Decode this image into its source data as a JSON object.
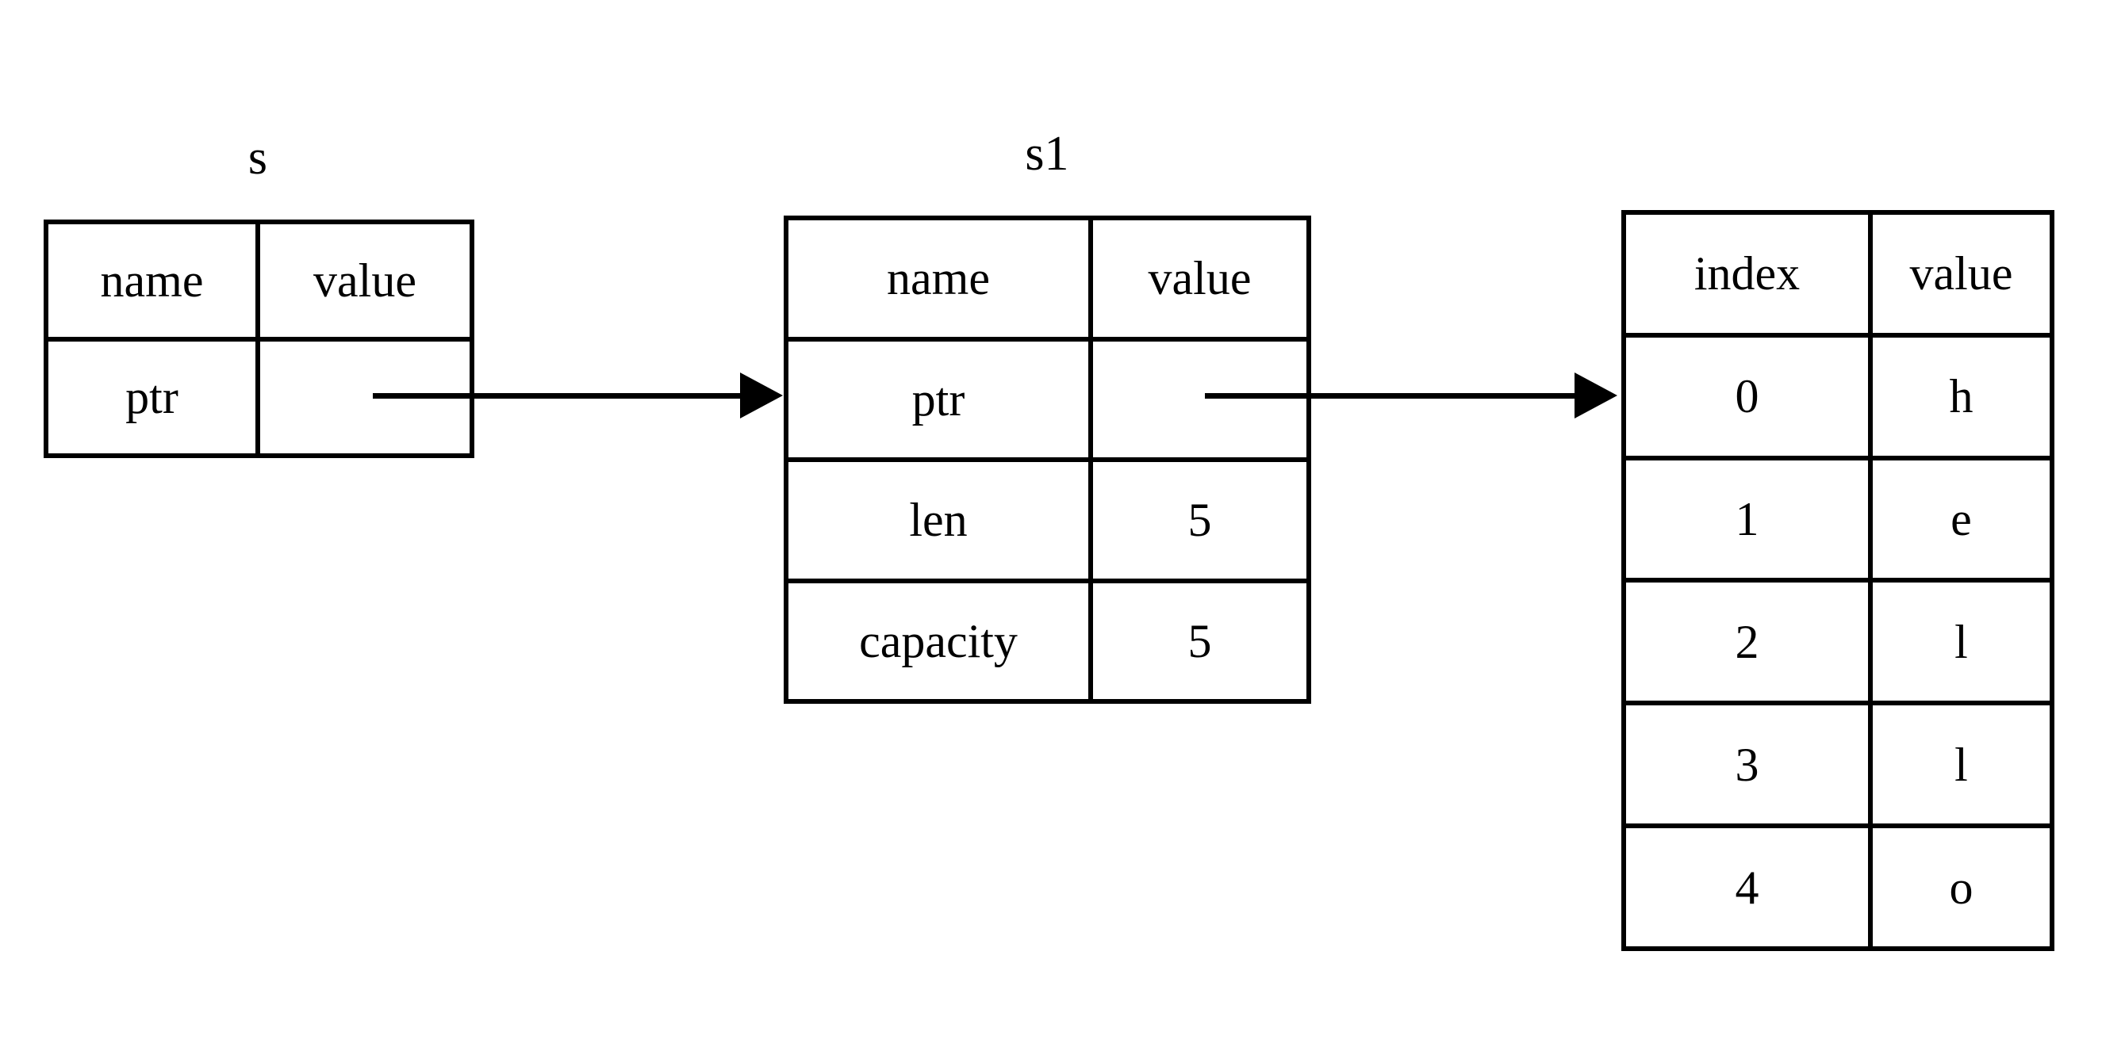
{
  "diagram": {
    "title_s": "s",
    "title_s1": "s1",
    "background_color": "#ffffff",
    "line_color": "#000000"
  },
  "tables": {
    "s": {
      "label": "s",
      "headers": [
        "name",
        "value"
      ],
      "rows": [
        {
          "name": "ptr",
          "value": ""
        }
      ]
    },
    "s1": {
      "label": "s1",
      "headers": [
        "name",
        "value"
      ],
      "rows": [
        {
          "name": "ptr",
          "value": ""
        },
        {
          "name": "len",
          "value": "5"
        },
        {
          "name": "capacity",
          "value": "5"
        }
      ]
    },
    "buffer": {
      "label": "",
      "headers": [
        "index",
        "value"
      ],
      "rows": [
        {
          "index": "0",
          "value": "h"
        },
        {
          "index": "1",
          "value": "e"
        },
        {
          "index": "2",
          "value": "l"
        },
        {
          "index": "3",
          "value": "l"
        },
        {
          "index": "4",
          "value": "o"
        }
      ]
    }
  },
  "arrows": [
    {
      "name": "s-ptr-to-s1",
      "from": "s.ptr.value",
      "to": "s1"
    },
    {
      "name": "s1-ptr-to-buffer",
      "from": "s1.ptr.value",
      "to": "buffer"
    }
  ]
}
